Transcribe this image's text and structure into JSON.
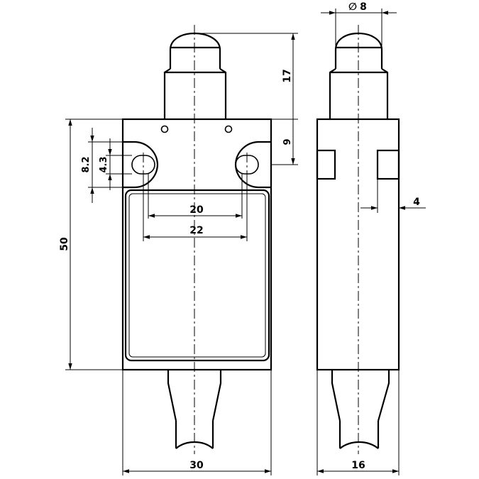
{
  "dimensions": {
    "width_front": "30",
    "height_body": "50",
    "plunger_height": "17",
    "to_hole_axis": "9",
    "hole_pitch_inner": "20",
    "hole_pitch_outer": "22",
    "slot_length": "8.2",
    "hole_diameter": "4.3",
    "plunger_diameter_symbol": "∅",
    "plunger_diameter": "8",
    "side_offset": "4",
    "depth": "16"
  }
}
